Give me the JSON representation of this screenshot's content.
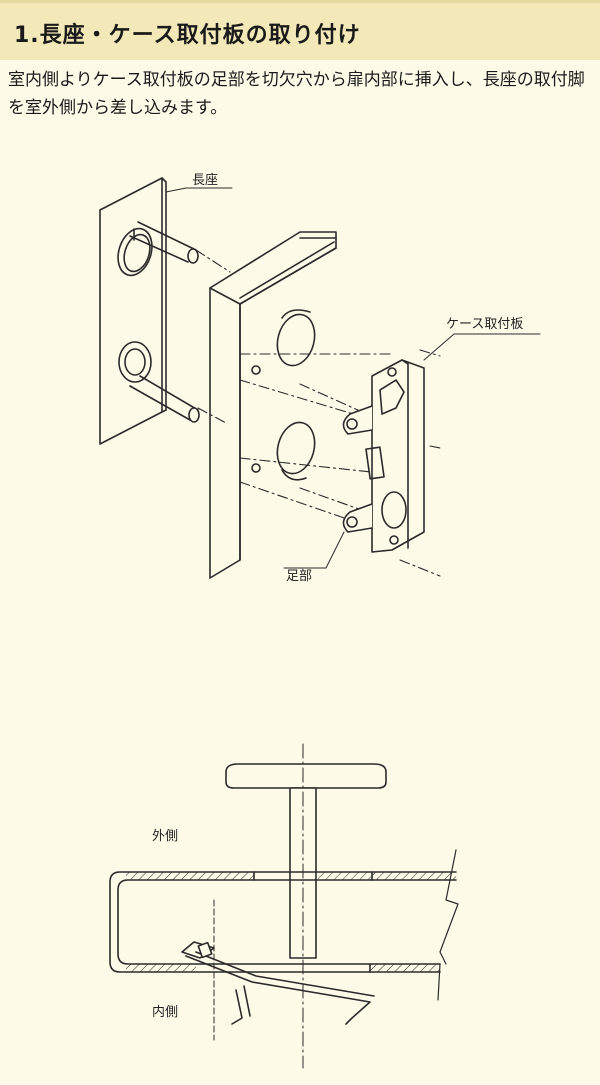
{
  "section": {
    "title": "1.長座・ケース取付板の取り付け",
    "description": "室内側よりケース取付板の足部を切欠穴から扉内部に挿入し、長座の取付脚を室外側から差し込みます。"
  },
  "diagram_top": {
    "labels": {
      "nagaza": "長座",
      "case_plate": "ケース取付板",
      "foot": "足部"
    }
  },
  "diagram_bottom": {
    "labels": {
      "outside": "外側",
      "inside": "内側"
    }
  },
  "colors": {
    "background": "#fdfbe8",
    "title_band": "#f2e8b8",
    "line": "#2a2a2a"
  }
}
